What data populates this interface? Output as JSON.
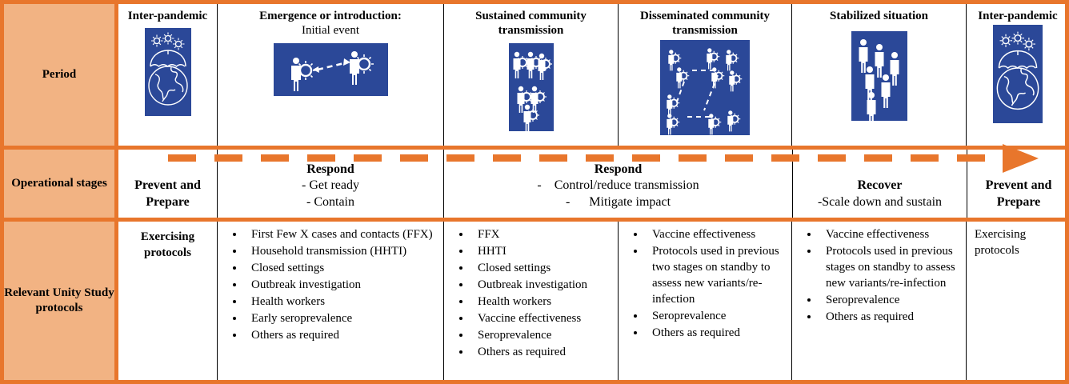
{
  "labels": {
    "period": "Period",
    "operational_stages": "Operational stages",
    "protocols": "Relevant Unity Study protocols"
  },
  "colors": {
    "orange": "#E8762C",
    "orange_light": "#F2B383",
    "blue": "#2B4898",
    "text": "#000000"
  },
  "periods": [
    {
      "title": "Inter-pandemic",
      "subtitle": "",
      "icon": "umbrella-over-globe-with-virus-icon"
    },
    {
      "title": "Emergence or introduction:",
      "subtitle": "Initial event",
      "icon": "two-people-virus-transmission-arrow-icon"
    },
    {
      "title": "Sustained community transmission",
      "subtitle": "",
      "icon": "six-infected-people-icon"
    },
    {
      "title": "Disseminated community transmission",
      "subtitle": "",
      "icon": "network-of-infected-people-icon"
    },
    {
      "title": "Stabilized situation",
      "subtitle": "",
      "icon": "six-healthy-people-icon"
    },
    {
      "title": "Inter-pandemic",
      "subtitle": "",
      "icon": "umbrella-over-globe-with-virus-icon"
    }
  ],
  "operational_stages": [
    {
      "heading": "Prevent and Prepare",
      "lines": []
    },
    {
      "heading": "Respond",
      "lines": [
        "- Get ready",
        "- Contain"
      ]
    },
    {
      "heading": "Respond",
      "lines": [
        "-    Control/reduce transmission",
        "-      Mitigate impact"
      ]
    },
    {
      "heading": "Recover",
      "lines": [
        "-Scale down and sustain"
      ]
    },
    {
      "heading": "Prevent and Prepare",
      "lines": []
    }
  ],
  "protocol_columns": [
    {
      "style": "bold-center",
      "text": "Exercising protocols",
      "items": []
    },
    {
      "style": "bullets",
      "text": "",
      "items": [
        "First Few X cases and contacts (FFX)",
        "Household transmission (HHTI)",
        "Closed settings",
        "Outbreak investigation",
        "Health workers",
        "Early seroprevalence",
        "Others as required"
      ]
    },
    {
      "style": "bullets",
      "text": "",
      "items": [
        "FFX",
        "HHTI",
        "Closed settings",
        "Outbreak investigation",
        "Health workers",
        "Vaccine effectiveness",
        "Seroprevalence",
        "Others as required"
      ]
    },
    {
      "style": "bullets",
      "text": "",
      "items": [
        "Vaccine effectiveness",
        "Protocols used in previous two stages on standby to assess new variants/re-infection",
        "Seroprevalence",
        "Others as required"
      ]
    },
    {
      "style": "bullets",
      "text": "",
      "items": [
        "Vaccine effectiveness",
        "Protocols used in previous stages on standby to assess new variants/re-infection",
        "Seroprevalence",
        "Others as required"
      ]
    },
    {
      "style": "plain",
      "text": "Exercising protocols",
      "items": []
    }
  ],
  "arrow": {
    "name": "dashed-progression-arrow",
    "direction": "right"
  }
}
